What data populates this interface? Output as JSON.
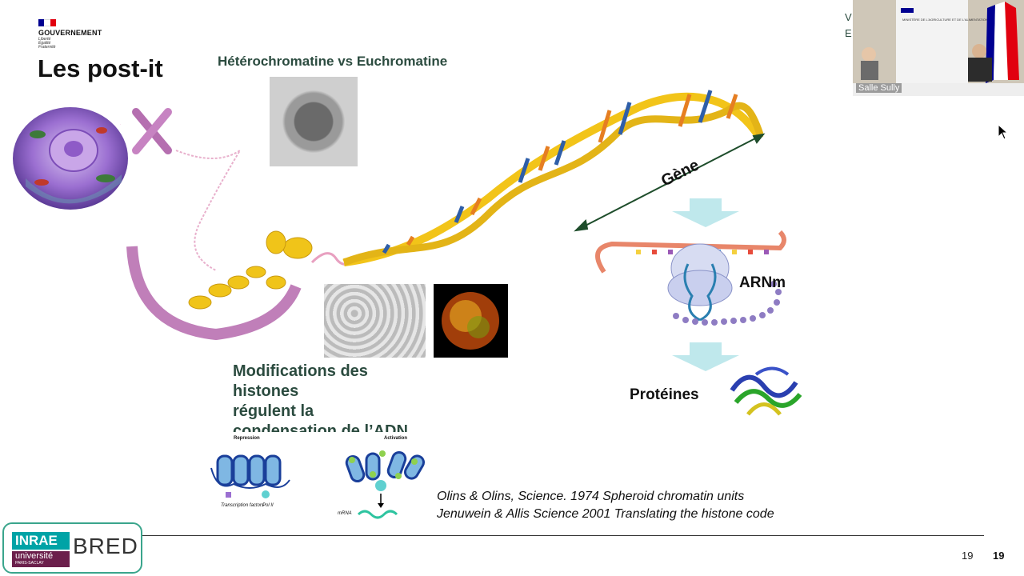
{
  "header": {
    "gov_name": "GOUVERNEMENT",
    "gov_motto": [
      "Liberté",
      "Égalité",
      "Fraternité"
    ],
    "slide_title": "Les post-it"
  },
  "figure": {
    "hetero_title": "Hétérochromatine vs Euchromatine",
    "gene_label": "Gène",
    "arn_label": "ARNm",
    "protein_label": "Protéines"
  },
  "histones": {
    "lines": [
      "Modifications des",
      "histones",
      "régulent la",
      "condensation de l’ADN"
    ]
  },
  "diagrams": {
    "repression_title": "Repression",
    "activation_title": "Activation",
    "transcription_factors": "Transcription factors",
    "pol2": "Pol II",
    "mrna": "mRNA"
  },
  "references": {
    "lines": [
      "Olins & Olins, Science. 1974 Spheroid chromatin units",
      "Jenuwein & Allis Science 2001 Translating the histone code"
    ]
  },
  "footer": {
    "inrae": "INRAE",
    "universite": "université",
    "universite_sub": "PARIS-SACLAY",
    "bred": "BRED",
    "page_number_left": "19",
    "page_number_right": "19"
  },
  "video": {
    "participant_label": "Salle Sully",
    "side_letters": [
      "V",
      "E"
    ],
    "ministry_text": "MINISTÈRE DE L'AGRICULTURE ET DE L'ALIMENTATION"
  },
  "colors": {
    "title_green": "#2b4b3f",
    "accent_teal": "#3aa58c",
    "flag_blue": "#000091",
    "flag_red": "#e1000f"
  }
}
